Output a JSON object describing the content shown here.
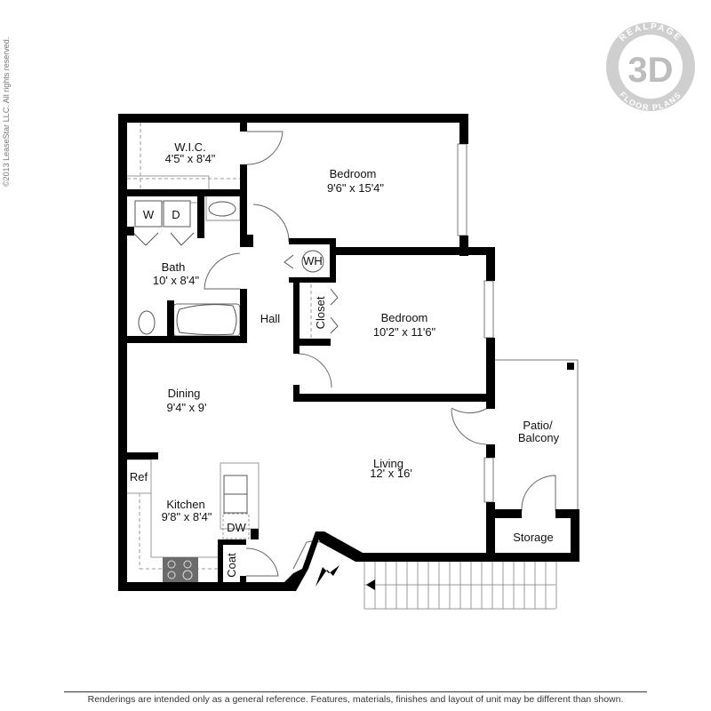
{
  "copyright": "©2013 LeaseStar LLC. All rights reserved.",
  "logo": {
    "brand": "REALPAGE",
    "mark": "3D",
    "subtitle": "FLOOR PLANS",
    "color": "#c8c8c8"
  },
  "rooms": {
    "wic": {
      "name": "W.I.C.",
      "size": "4'5\" x 8'4\""
    },
    "bedroom1": {
      "name": "Bedroom",
      "size": "9'6\" x 15'4\""
    },
    "bath": {
      "name": "Bath",
      "size": "10' x 8'4\""
    },
    "hall": {
      "name": "Hall"
    },
    "bedroom2": {
      "name": "Bedroom",
      "size": "10'2\" x 11'6\""
    },
    "dining": {
      "name": "Dining",
      "size": "9'4\" x 9'"
    },
    "kitchen": {
      "name": "Kitchen",
      "size": "9'8\" x 8'4\""
    },
    "living": {
      "name": "Living",
      "size": "12' x 16'"
    },
    "patio": {
      "name_line1": "Patio/",
      "name_line2": "Balcony"
    },
    "storage": {
      "name": "Storage"
    }
  },
  "fixtures": {
    "washer": "W",
    "dryer": "D",
    "water_heater": "WH",
    "closet": "Closet",
    "refrigerator": "Ref",
    "dishwasher": "DW",
    "coat": "Coat"
  },
  "disclaimer": "Renderings are intended only as a general reference. Features, materials, finishes and layout of unit may be different than shown."
}
